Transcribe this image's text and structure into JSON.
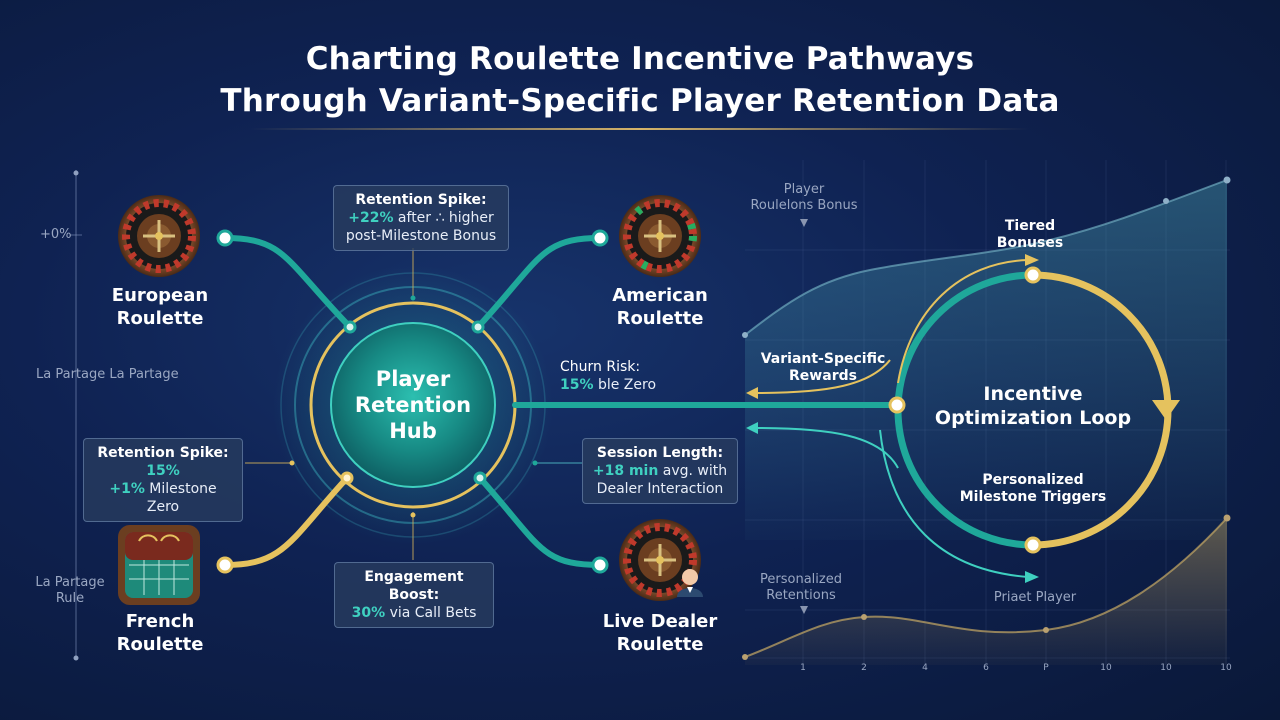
{
  "title": {
    "line1": "Charting Roulette Incentive Pathways",
    "line2": "Through Variant-Specific Player Retention Data"
  },
  "hub": {
    "line1": "Player",
    "line2": "Retention",
    "line3": "Hub"
  },
  "variants": [
    {
      "line1": "European",
      "line2": "Roulette"
    },
    {
      "line1": "American",
      "line2": "Roulette"
    },
    {
      "line1": "French",
      "line2": "Roulette"
    },
    {
      "line1": "Live Dealer",
      "line2": "Roulette"
    }
  ],
  "callouts": {
    "spike_top": {
      "heading": "Retention Spike:",
      "value": "+22%",
      "rest1": " after ∴ higher",
      "line2": "post-Milestone Bonus"
    },
    "churn": {
      "heading": "Churn Risk:",
      "value": "15%",
      "rest": " ble Zero"
    },
    "spike_left": {
      "heading": "Retention Spike: ",
      "value": "15%",
      "value2": "+1%",
      "rest": " Milestone Zero"
    },
    "session": {
      "heading": "Session Length:",
      "value": "+18 min",
      "rest1": " avg. with",
      "line2": "Dealer Interaction"
    },
    "engagement": {
      "heading": "Engagement Boost:",
      "value": "30%",
      "rest": " via Call Bets"
    }
  },
  "left_axis": {
    "top_label": "+0%",
    "mid_label": "La Partage La Partage",
    "bottom_label_line1": "La Partage",
    "bottom_label_line2": "Rule"
  },
  "loop": {
    "title_line1": "Incentive",
    "title_line2": "Optimization Loop",
    "tiered_line1": "Tiered",
    "tiered_line2": "Bonuses",
    "variant_rewards_line1": "Variant-Specific",
    "variant_rewards_line2": "Rewards",
    "milestone_line1": "Personalized",
    "milestone_line2": "Milestone Triggers"
  },
  "background_chart": {
    "top_label_line1": "Player",
    "top_label_line2": "Roulelons Bonus",
    "bottom_left_line1": "Personalized",
    "bottom_left_line2": "Retentions",
    "bottom_right": "Priaet Player",
    "x_ticks": [
      "1",
      "2",
      "4",
      "6",
      "P",
      "10",
      "10",
      "10"
    ]
  },
  "colors": {
    "teal": "#1fa89a",
    "teal_light": "#3fd0c0",
    "gold": "#e5c25e",
    "background": "#0f2252"
  },
  "icons": [
    "roulette-wheel-icon",
    "roulette-table-icon",
    "dealer-icon",
    "arrow-icon"
  ]
}
